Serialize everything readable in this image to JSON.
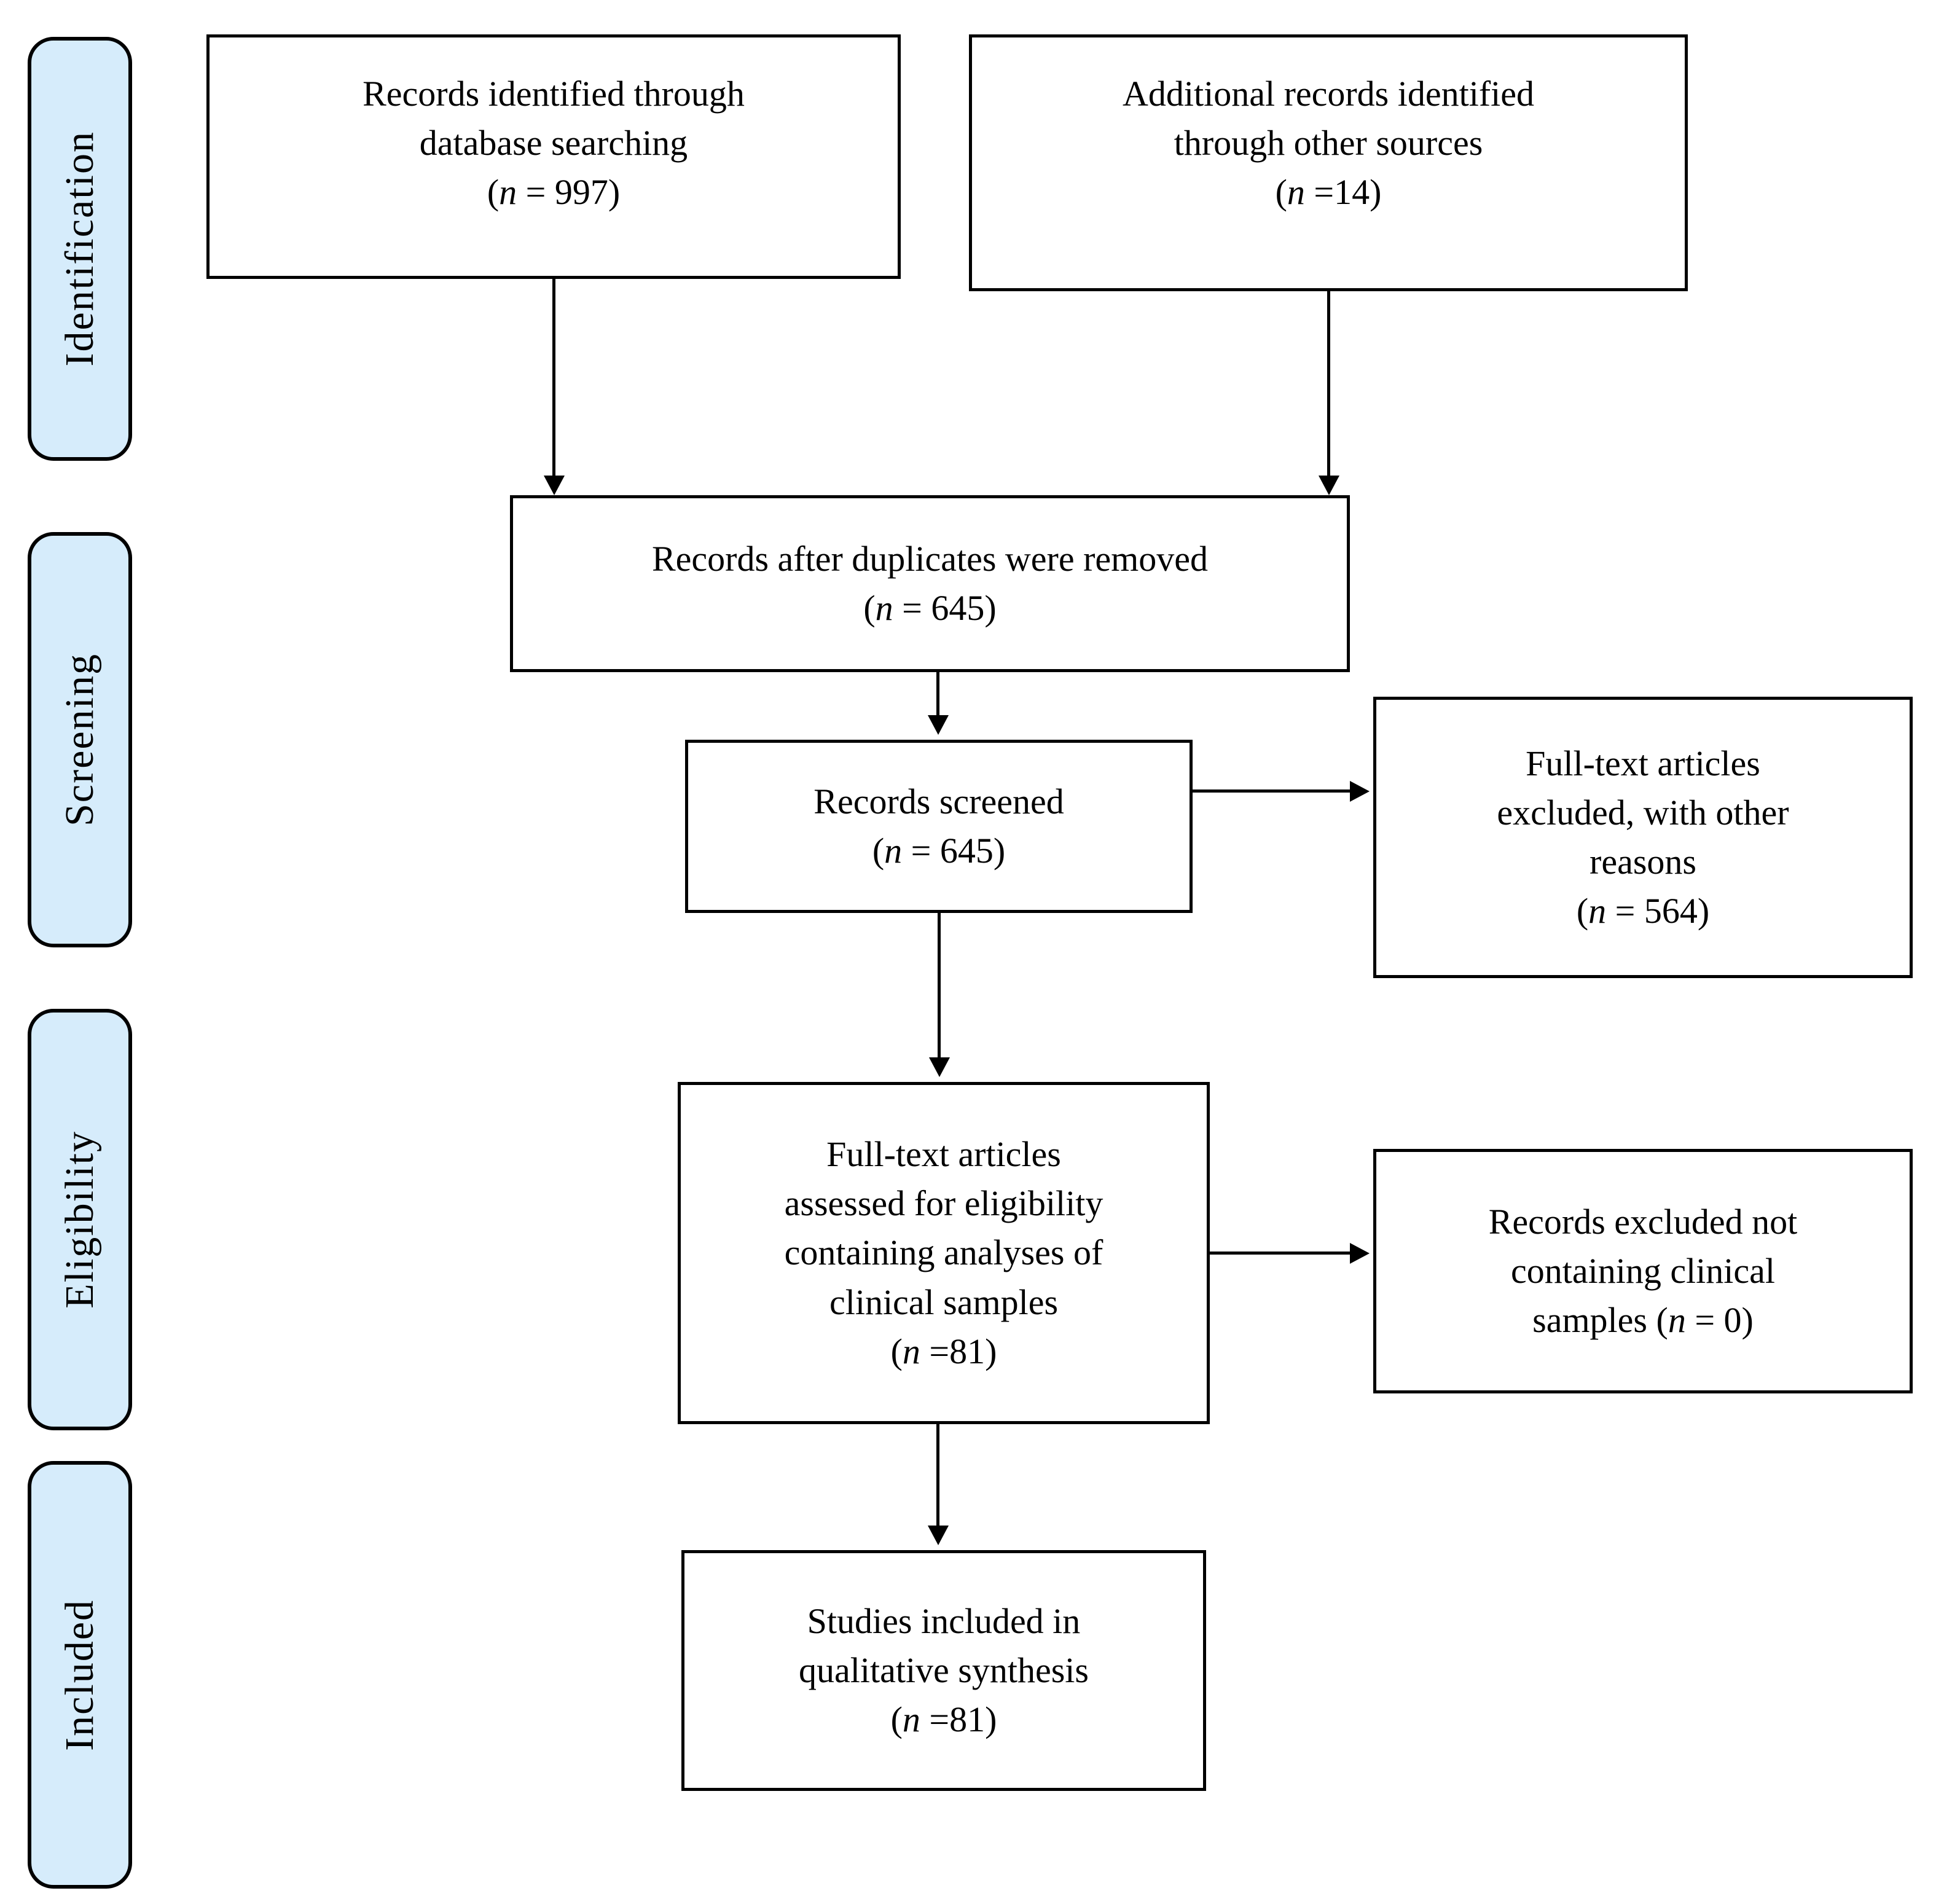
{
  "palette": {
    "background": "#ffffff",
    "band_fill": "#d6ecfb",
    "band_border": "#000000",
    "box_border": "#000000",
    "text": "#000000"
  },
  "side_bands": [
    {
      "label": "Identification"
    },
    {
      "label": "Screening"
    },
    {
      "label": "Eligibility"
    },
    {
      "label": "Included"
    }
  ],
  "boxes": {
    "db_search": {
      "lines": [
        "Records identified through",
        "database searching"
      ],
      "n_open": "(",
      "n_italic": "n",
      "n_rest": " = 997)"
    },
    "other_sources": {
      "lines": [
        "Additional records identified",
        "through other sources"
      ],
      "n_open": "(",
      "n_italic": "n",
      "n_rest": " =14)"
    },
    "after_duplicates": {
      "lines": [
        "Records after duplicates were removed"
      ],
      "n_open": "(",
      "n_italic": "n",
      "n_rest": " = 645)"
    },
    "screened": {
      "lines": [
        "Records screened"
      ],
      "n_open": "(",
      "n_italic": "n",
      "n_rest": " = 645)"
    },
    "fulltext_excluded": {
      "lines": [
        "Full-text articles",
        "excluded, with other",
        "reasons"
      ],
      "n_open": "(",
      "n_italic": "n",
      "n_rest": " = 564)"
    },
    "fulltext_assessed": {
      "lines": [
        "Full-text articles",
        "assessed for eligibility",
        "containing analyses of",
        "clinical samples"
      ],
      "n_open": "(",
      "n_italic": "n",
      "n_rest": " =81)"
    },
    "records_excluded": {
      "lines": [
        "Records excluded not",
        "containing clinical"
      ],
      "line3_prefix": "samples ",
      "n_open": "(",
      "n_italic": "n",
      "n_rest": " = 0)"
    },
    "included_qualitative": {
      "lines": [
        "Studies included in",
        "qualitative synthesis"
      ],
      "n_open": "(",
      "n_italic": "n",
      "n_rest": " =81)"
    }
  }
}
